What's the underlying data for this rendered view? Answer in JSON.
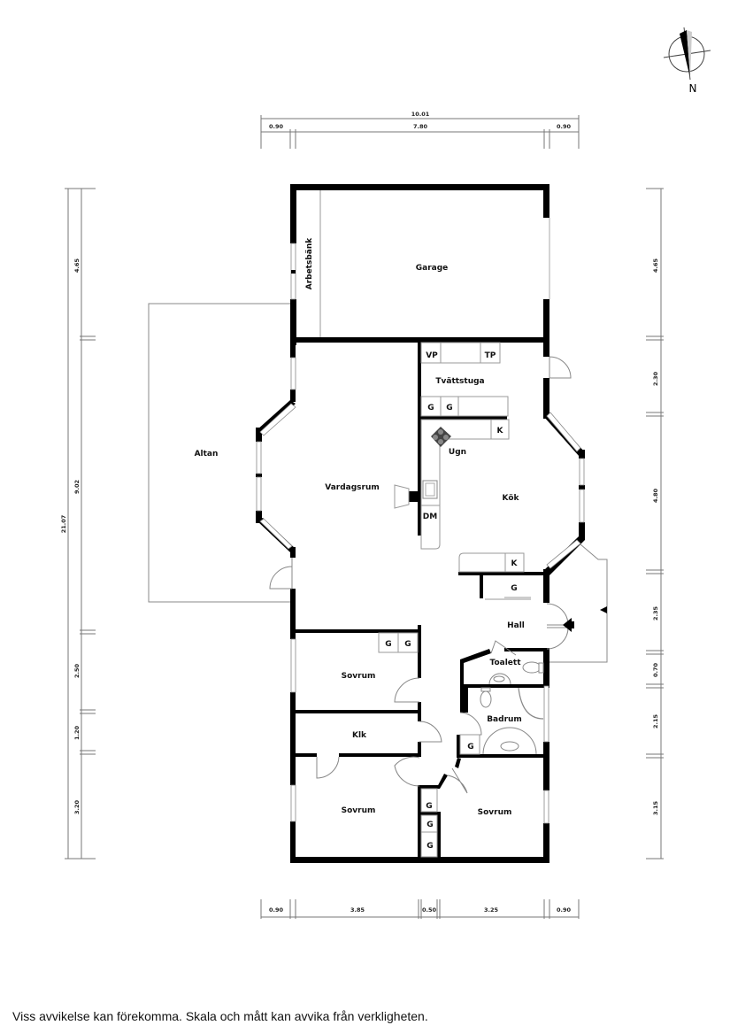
{
  "compass": {
    "north_label": "N"
  },
  "rooms": {
    "garage": "Garage",
    "arbetsbank": "Arbetsbänk",
    "altan": "Altan",
    "vardagsrum": "Vardagsrum",
    "tvattstuga": "Tvättstuga",
    "kok": "Kök",
    "ugn": "Ugn",
    "hall": "Hall",
    "toalett": "Toalett",
    "badrum": "Badrum",
    "sovrum_1": "Sovrum",
    "klk": "Klk",
    "sovrum_2": "Sovrum",
    "sovrum_3": "Sovrum"
  },
  "fixtures": {
    "vp": "VP",
    "tp": "TP",
    "g": "G",
    "k": "K",
    "dm": "DM"
  },
  "dimensions": {
    "top_total": "10.01",
    "top_segments": [
      "0.90",
      "7.80",
      "0.90"
    ],
    "bottom_segments": [
      "0.90",
      "3.85",
      "0.50",
      "3.25",
      "0.90"
    ],
    "left_total": "21.07",
    "left_segments": [
      "4.65",
      "9.02",
      "2.50",
      "1.20",
      "3.20"
    ],
    "right_segments": [
      "4.65",
      "2.30",
      "4.80",
      "2.35",
      "0.70",
      "2.15",
      "3.15"
    ]
  },
  "disclaimer": "Viss avvikelse kan förekomma. Skala och mått kan avvika från verkligheten."
}
